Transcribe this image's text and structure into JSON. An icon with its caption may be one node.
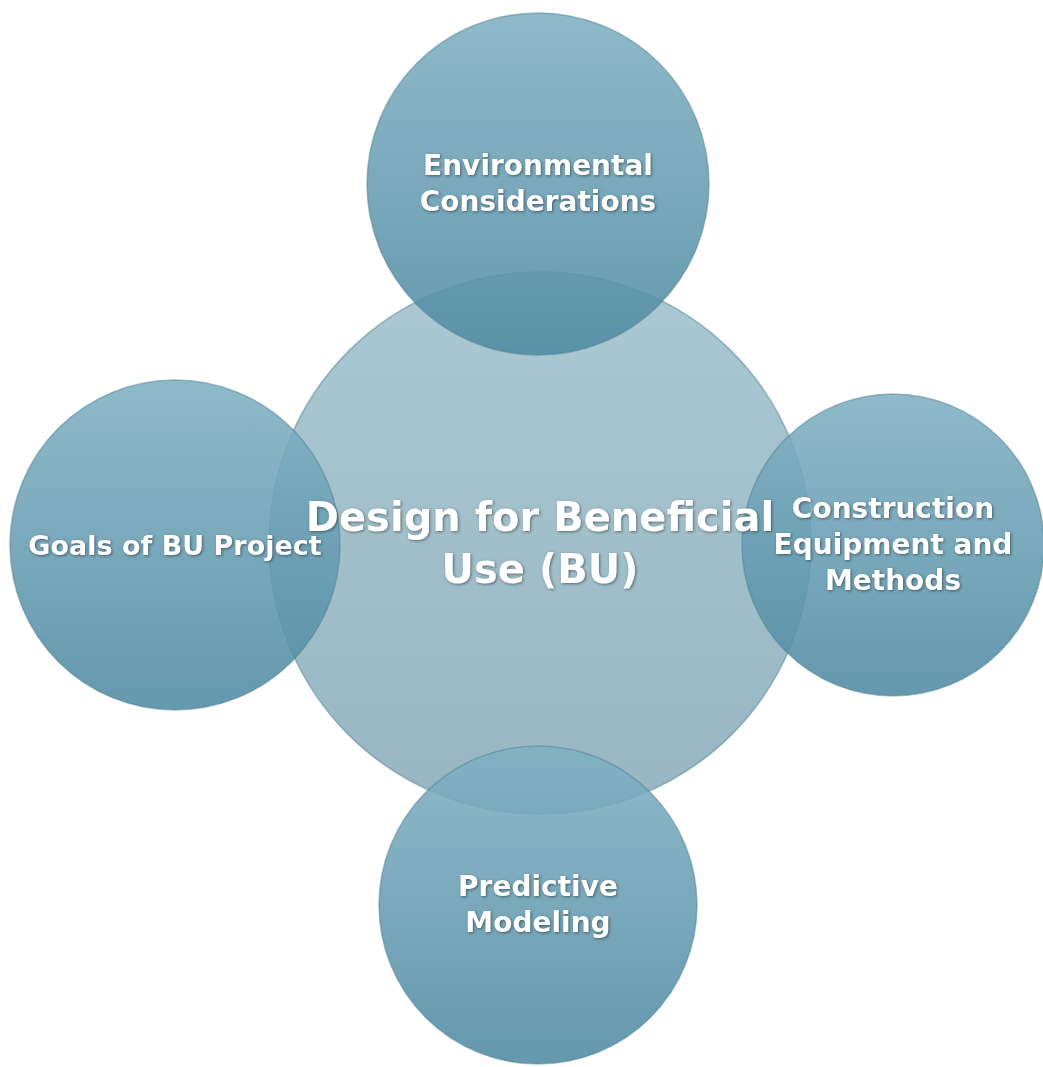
{
  "diagram": {
    "nodes": [
      {
        "text": [
          "Environmental Considerations"
        ]
      },
      {
        "text": [
          "Goals of BU Project"
        ]
      },
      {
        "text": [
          "Design for Beneficial Use (BU)"
        ]
      },
      {
        "text": [
          "Construction Equipment and Methods"
        ]
      },
      {
        "text": [
          "Predictive Modeling"
        ]
      }
    ]
  }
}
